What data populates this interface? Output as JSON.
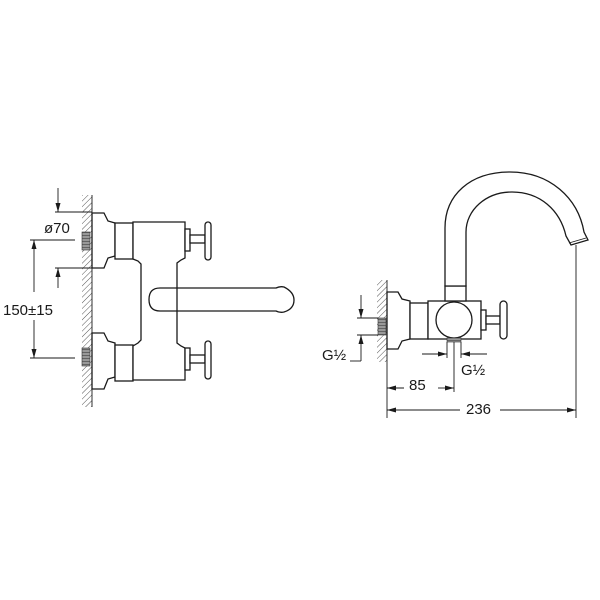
{
  "drawing": {
    "title": "Wall-mounted basin mixer technical drawing",
    "colors": {
      "line": "#1a1a1a",
      "background": "#ffffff",
      "hatch": "#555555"
    },
    "front_view": {
      "dimensions": {
        "diameter_label": "ø70",
        "center_distance_label": "150±15"
      }
    },
    "side_view": {
      "dimensions": {
        "inlet_thread_label": "G½",
        "outlet_thread_label": "G½",
        "wall_to_outlet_label": "85",
        "wall_to_spout_label": "236"
      }
    }
  }
}
